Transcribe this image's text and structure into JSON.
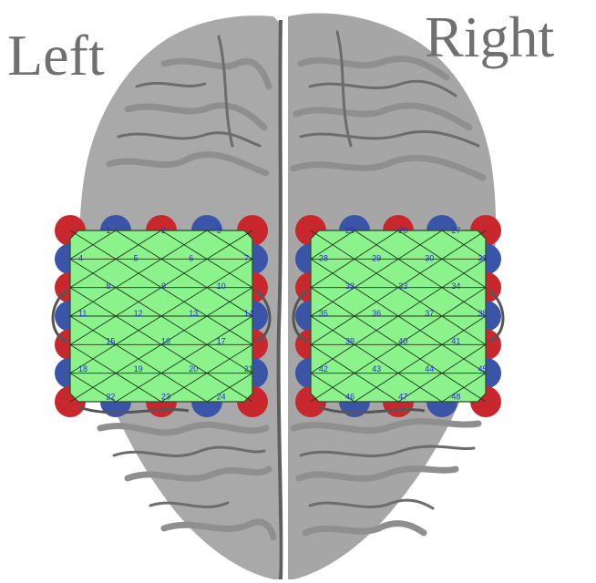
{
  "labels": {
    "left": "Left",
    "right": "Right"
  },
  "colors": {
    "brain": "#a9a9a9",
    "grid_fill": "#8cf28c",
    "optode_red": "#c8282d",
    "optode_blue": "#3a55a8",
    "channel_number": "#2a2ad8",
    "label_text": "#707070"
  },
  "channels": {
    "left": [
      "1",
      "2",
      "3",
      "4",
      "5",
      "6",
      "7",
      "8",
      "9",
      "10",
      "11",
      "12",
      "13",
      "14",
      "15",
      "16",
      "17",
      "18",
      "19",
      "20",
      "21",
      "22",
      "23",
      "24"
    ],
    "right": [
      "25",
      "26",
      "27",
      "28",
      "29",
      "30",
      "31",
      "32",
      "33",
      "34",
      "35",
      "36",
      "37",
      "38",
      "39",
      "40",
      "41",
      "42",
      "43",
      "44",
      "45",
      "46",
      "47",
      "48"
    ]
  }
}
